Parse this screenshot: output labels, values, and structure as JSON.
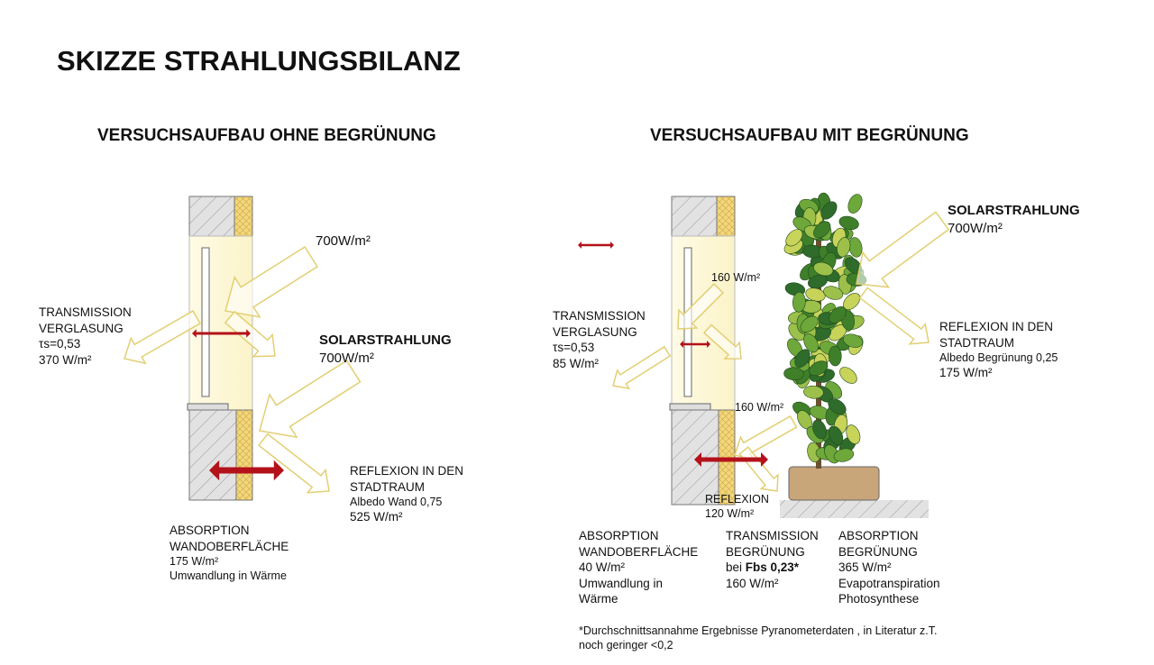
{
  "title": "SKIZZE STRAHLUNGSBILANZ",
  "left": {
    "heading": "VERSUCHSAUFBAU OHNE BEGRÜNUNG",
    "top_incoming": "700W/m²",
    "solar": {
      "label": "SOLARSTRAHLUNG",
      "value": "700W/m²"
    },
    "transmission": {
      "l1": "TRANSMISSION",
      "l2": "VERGLASUNG",
      "l3": "τs=0,53",
      "l4": "370 W/m²"
    },
    "reflexion": {
      "l1": "REFLEXION IN DEN",
      "l2": "STADTRAUM",
      "l3": "Albedo Wand 0,75",
      "l4": "525 W/m²"
    },
    "absorption": {
      "l1": "ABSORPTION",
      "l2": "WANDOBERFLÄCHE",
      "l3": "175 W/m²",
      "l4": "Umwandlung in Wärme"
    }
  },
  "right": {
    "heading": "VERSUCHSAUFBAU MIT BEGRÜNUNG",
    "solar": {
      "label": "SOLARSTRAHLUNG",
      "value": "700W/m²"
    },
    "upper_160": "160 W/m²",
    "lower_160": "160 W/m²",
    "transmission": {
      "l1": "TRANSMISSION",
      "l2": "VERGLASUNG",
      "l3": "τs=0,53",
      "l4": "85 W/m²"
    },
    "reflexion": {
      "l1": "REFLEXION IN DEN",
      "l2": "STADTRAUM",
      "l3": "Albedo Begrünung  0,25",
      "l4": "175 W/m²"
    },
    "small_reflexion": {
      "l1": "REFLEXION",
      "l2": "120 W/m²"
    },
    "absorption_wall": {
      "l1": "ABSORPTION",
      "l2": "WANDOBERFLÄCHE",
      "l3": "40 W/m²",
      "l4": "Umwandlung in",
      "l5": "Wärme"
    },
    "transmission_green": {
      "l1": "TRANSMISSION",
      "l2": "BEGRÜNUNG",
      "l3a": "bei ",
      "l3b": "Fbs 0,23*",
      "l4": "160 W/m²"
    },
    "absorption_green": {
      "l1": "ABSORPTION",
      "l2": "BEGRÜNUNG",
      "l3": "365 W/m²",
      "l4": "Evapotranspiration",
      "l5": "Photosynthese"
    },
    "footnote": {
      "l1": "*Durchschnittsannahme Ergebnisse Pyranometerdaten , in Literatur z.T.",
      "l2": "noch geringer <0,2"
    }
  },
  "colors": {
    "arrow_outline": "#e2cf72",
    "heat_arrow": "#b3121a",
    "insulation": "#f2d77a",
    "wall": "#dcdcdc",
    "leaf": "#5a9a3a"
  }
}
